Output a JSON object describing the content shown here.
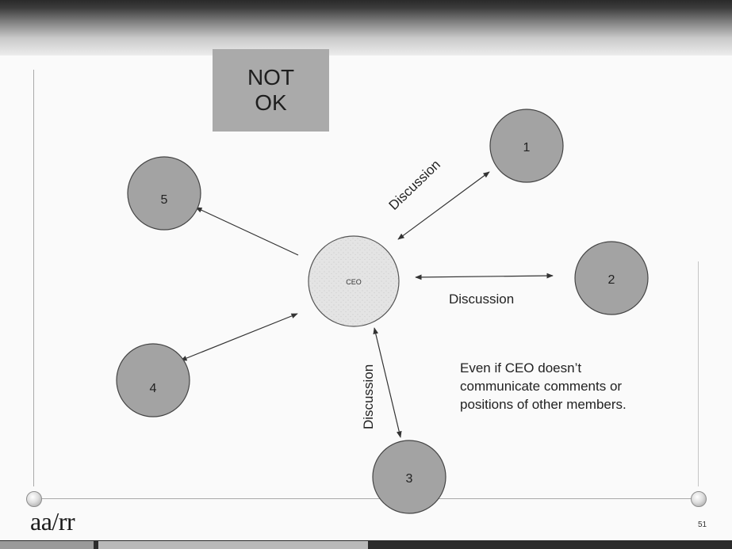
{
  "title_box": {
    "text": "NOT\nOK"
  },
  "ceo": {
    "label": "CEO"
  },
  "members": [
    {
      "label": "1"
    },
    {
      "label": "2"
    },
    {
      "label": "3"
    },
    {
      "label": "4"
    },
    {
      "label": "5"
    }
  ],
  "edges": [
    {
      "from": "CEO",
      "to": "1",
      "direction": "both",
      "label": "Discussion"
    },
    {
      "from": "CEO",
      "to": "2",
      "direction": "both",
      "label": "Discussion"
    },
    {
      "from": "CEO",
      "to": "3",
      "direction": "both",
      "label": "Discussion"
    },
    {
      "from": "CEO",
      "to": "4",
      "direction": "both",
      "label": ""
    },
    {
      "from": "CEO",
      "to": "5",
      "direction": "to",
      "label": ""
    }
  ],
  "note": "Even if CEO doesn’t\ncommunicate comments or\npositions of other members.",
  "footer": {
    "logo": "aa/rr",
    "page_number": "51"
  },
  "colors": {
    "member_fill": "#a3a3a3",
    "ceo_fill": "#e6e6e6",
    "title_box_fill": "#aaaaaa",
    "text": "#222222"
  }
}
